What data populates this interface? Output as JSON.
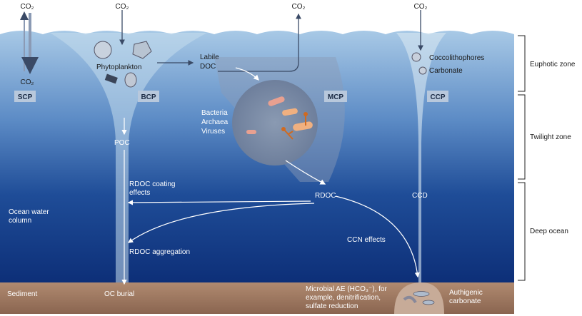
{
  "surface": {
    "co2_labels": [
      "CO₂",
      "CO₂",
      "CO₂",
      "CO₂",
      "CO₂"
    ]
  },
  "pumps": {
    "scp": "SCP",
    "bcp": "BCP",
    "mcp": "MCP",
    "ccp": "CCP"
  },
  "labels": {
    "phytoplankton": "Phytoplankton",
    "labile_doc": [
      "Labile",
      "DOC"
    ],
    "microbes": [
      "Bacteria",
      "Archaea",
      "Viruses"
    ],
    "poc": "POC",
    "rdoc_coating": [
      "RDOC coating",
      "effects"
    ],
    "rdoc": "RDOC",
    "rdoc_aggregation": "RDOC aggregation",
    "ocean_water_column": [
      "Ocean water",
      "column"
    ],
    "ccn_effects": "CCN effects",
    "ccd": "CCD",
    "coccolithophores": "Coccolithophores",
    "carbonate": "Carbonate",
    "sediment": "Sediment",
    "oc_burial": "OC burial",
    "microbial_ae": [
      "Microbial AE (HCO₃⁻), for",
      "example, denitrification,",
      "sulfate reduction"
    ],
    "authigenic_carbonate": [
      "Authigenic",
      "carbonate"
    ]
  },
  "zones": [
    "Euphotic zone",
    "Twilight zone",
    "Deep ocean"
  ],
  "colors": {
    "ocean_top": "#a8c9e6",
    "ocean_bottom": "#0d2f78",
    "sediment": "#a07860",
    "organism": "#e07a3a"
  }
}
